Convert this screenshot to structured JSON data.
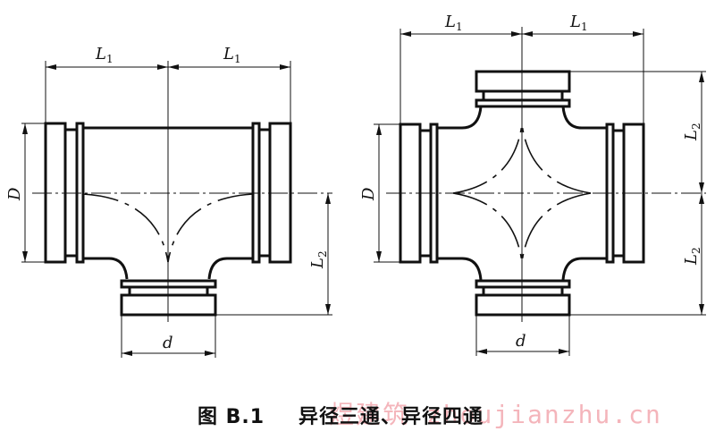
{
  "figure": {
    "number_label": "图 B.1",
    "title": "异径三通、异径四通",
    "watermark": "煜建筑 zhoujianzhu.cn"
  },
  "left_drawing": {
    "name": "reducing tee",
    "labels": {
      "l1_left": "L",
      "l1_left_sub": "1",
      "l1_right": "L",
      "l1_right_sub": "1",
      "d_outer": "D",
      "l2": "L",
      "l2_sub": "2",
      "d_branch": "d"
    }
  },
  "right_drawing": {
    "name": "reducing cross",
    "labels": {
      "l1_left": "L",
      "l1_left_sub": "1",
      "l1_right": "L",
      "l1_right_sub": "1",
      "d_outer": "D",
      "l2_top": "L",
      "l2_top_sub": "2",
      "l2_bottom": "L",
      "l2_bottom_sub": "2",
      "d_branch": "d"
    }
  },
  "colors": {
    "line": "#111111",
    "background": "#ffffff",
    "watermark": "#f3a9b0"
  }
}
